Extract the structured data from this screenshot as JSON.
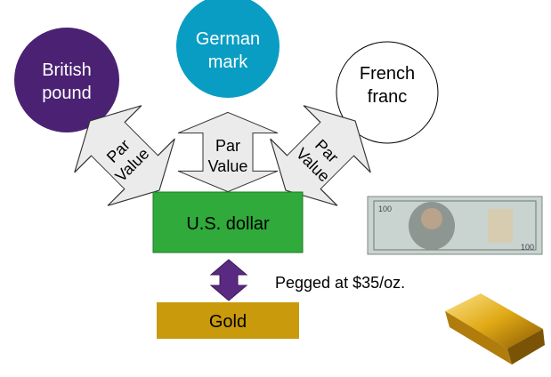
{
  "currencies": [
    {
      "label_line1": "British",
      "label_line2": "pound",
      "color": "#4B2273"
    },
    {
      "label_line1": "German",
      "label_line2": "mark",
      "color": "#0A9DC4"
    },
    {
      "label_line1": "French",
      "label_line2": "franc",
      "color": "#FFFFFF"
    }
  ],
  "arrows": [
    {
      "line1": "Par",
      "line2": "Value"
    },
    {
      "line1": "Par",
      "line2": "Value"
    },
    {
      "line1": "Par",
      "line2": "Value"
    }
  ],
  "dollar": {
    "label": "U.S. dollar",
    "color": "#2FAA3B"
  },
  "gold": {
    "label": "Gold",
    "color": "#C99A0B"
  },
  "peg": {
    "label": "Pegged at $35/oz.",
    "arrow_color": "#5A2A82"
  }
}
